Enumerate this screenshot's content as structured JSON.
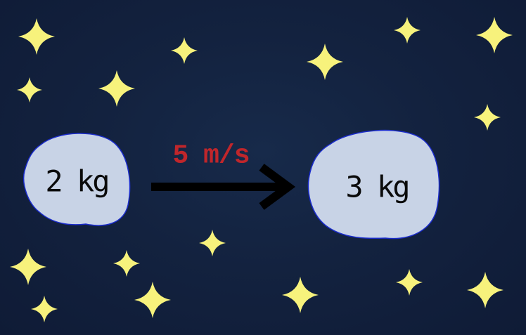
{
  "colors": {
    "background": "#13223f",
    "star": "#f7f27c",
    "asteroid_fill": "#c8d3e6",
    "asteroid_stroke": "#1b2ccc",
    "arrow": "#000000",
    "velocity_text": "#c0262b"
  },
  "objects": {
    "left_mass": {
      "label": "2 kg",
      "icon": "asteroid-icon"
    },
    "right_mass": {
      "label": "3 kg",
      "icon": "asteroid-icon"
    }
  },
  "velocity": {
    "label": "5 m/s",
    "icon": "arrow-right-icon"
  },
  "background_icon": "sparkle-star-icon"
}
